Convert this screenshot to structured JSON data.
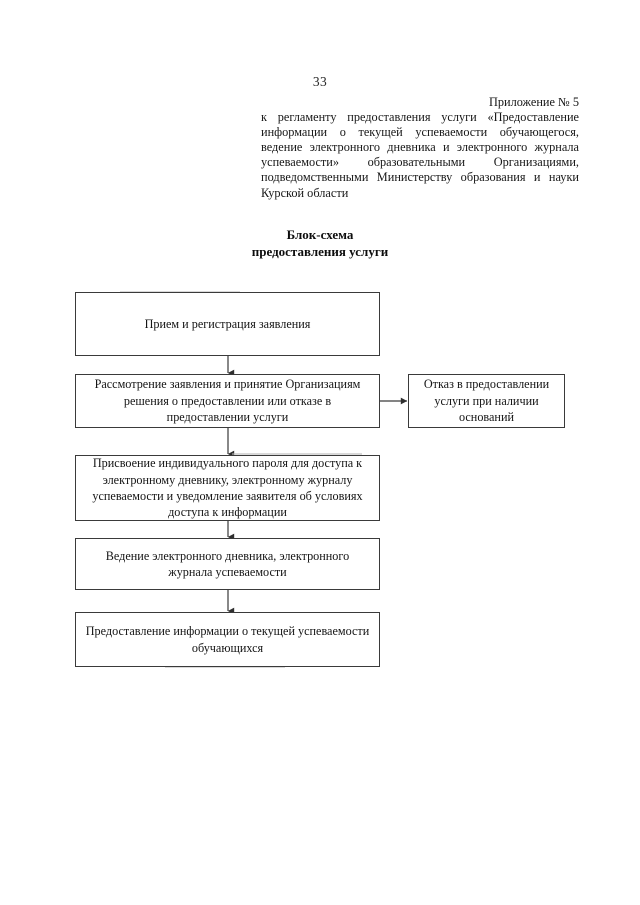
{
  "document": {
    "page_number": "33",
    "language": "ru"
  },
  "header": {
    "appendix_label": "Приложение № 5",
    "reference_text": "к регламенту предоставления услуги «Предоставление информации о текущей успеваемости обучающегося, ведение электронного дневника и электронного журнала успеваемости» образовательными Организациями, подведомственными Министерству образования и науки Курской области"
  },
  "title": {
    "line1": "Блок-схема",
    "line2": "предоставления услуги"
  },
  "flowchart": {
    "nodes": [
      {
        "id": "intake",
        "text": "Прием и регистрация заявления"
      },
      {
        "id": "review",
        "text": "Рассмотрение заявления и принятие Организациям решения о предоставлении или отказе в предоставлении услуги"
      },
      {
        "id": "password",
        "text": "Присвоение индивидуального пароля для доступа к электронному дневнику, электронному журналу успеваемости и уведомление заявителя об условиях доступа к информации"
      },
      {
        "id": "maintain",
        "text": "Ведение электронного дневника, электронного журнала успеваемости"
      },
      {
        "id": "provide",
        "text": "Предоставление информации о текущей успеваемости обучающихся"
      },
      {
        "id": "reject",
        "text": "Отказ в предоставлении услуги при наличии оснований"
      }
    ],
    "connector_color": "#3a3a3a"
  }
}
